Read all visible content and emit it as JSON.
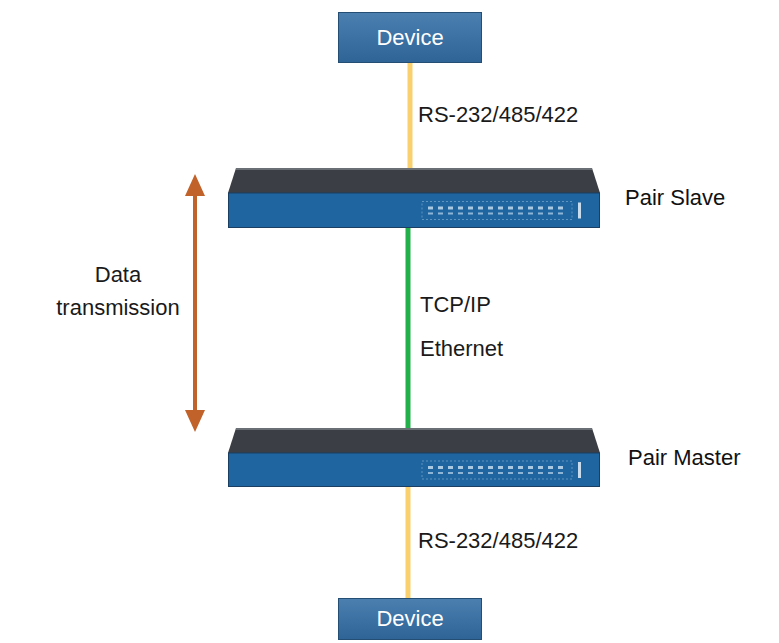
{
  "diagram": {
    "nodes": [
      {
        "text": [
          "Device"
        ]
      },
      {
        "text": [
          "Pair Slave"
        ]
      },
      {
        "text": [
          "Pair Master"
        ]
      },
      {
        "text": [
          "Device"
        ]
      }
    ],
    "edges": [
      {
        "from": 0,
        "to": 1,
        "label": "RS-232/485/422",
        "arrow": "none"
      },
      {
        "from": 1,
        "to": 2,
        "label": "TCP/IP Ethernet",
        "arrow": "none"
      },
      {
        "from": 2,
        "to": 3,
        "label": "RS-232/485/422",
        "arrow": "none"
      }
    ],
    "labels": [
      "Data transmission"
    ]
  }
}
